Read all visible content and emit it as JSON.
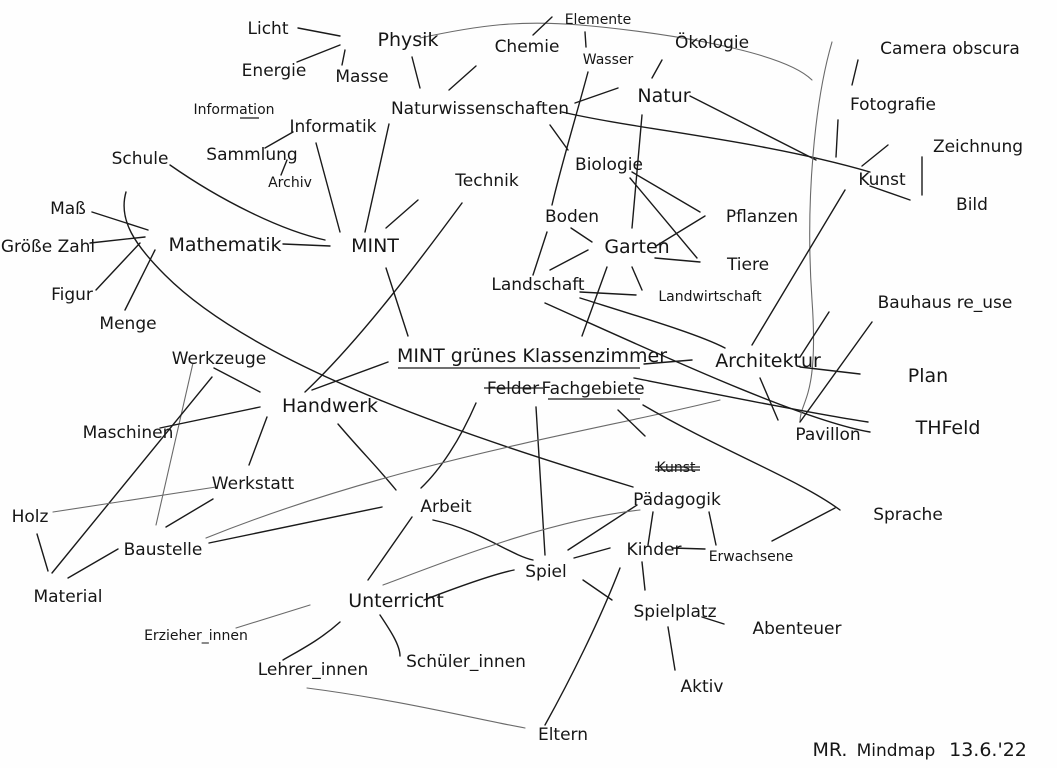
{
  "title": "Mindmap",
  "nodes": {
    "licht": "Licht",
    "physik": "Physik",
    "energie": "Energie",
    "masse": "Masse",
    "chemie": "Chemie",
    "elemente": "Elemente",
    "wasser": "Wasser",
    "oekologie": "Ökologie",
    "naturwissenschaften": "Naturwissenschaften",
    "natur": "Natur",
    "camera_obscura": "Camera obscura",
    "fotografie": "Fotografie",
    "information": "Information",
    "informatik": "Informatik",
    "sammlung": "Sammlung",
    "archiv": "Archiv",
    "schule": "Schule",
    "technik": "Technik",
    "biologie": "Biologie",
    "zeichnung": "Zeichnung",
    "kunst": "Kunst",
    "bild": "Bild",
    "mass": "Maß",
    "boden": "Boden",
    "pflanzen": "Pflanzen",
    "groesse_zahl": "Größe Zahl",
    "mathematik": "Mathematik",
    "mint": "MINT",
    "garten": "Garten",
    "tiere": "Tiere",
    "figur": "Figur",
    "landschaft": "Landschaft",
    "landwirtschaft": "Landwirtschaft",
    "bauhaus": "Bauhaus re_use",
    "menge": "Menge",
    "werkzeuge": "Werkzeuge",
    "mint_klassenzimmer": "MINT grünes Klassenzimmer",
    "architektur": "Architektur",
    "plan": "Plan",
    "felder": "Felder",
    "fachgebiete": "Fachgebiete",
    "handwerk": "Handwerk",
    "maschinen": "Maschinen",
    "pavillon": "Pavillon",
    "thfeld": "THFeld",
    "werkstatt": "Werkstatt",
    "kunst_struck": "Kunst",
    "holz": "Holz",
    "arbeit": "Arbeit",
    "paedagogik": "Pädagogik",
    "sprache": "Sprache",
    "baustelle": "Baustelle",
    "kinder": "Kinder",
    "erwachsene": "Erwachsene",
    "spiel": "Spiel",
    "material": "Material",
    "unterricht": "Unterricht",
    "spielplatz": "Spielplatz",
    "abenteuer": "Abenteuer",
    "erzieher_innen": "Erzieher_innen",
    "lehrer_innen": "Lehrer_innen",
    "schueler_innen": "Schüler_innen",
    "aktiv": "Aktiv",
    "eltern": "Eltern"
  },
  "signature": {
    "author": "MR.",
    "label": "Mindmap",
    "date": "13.6.'22"
  }
}
